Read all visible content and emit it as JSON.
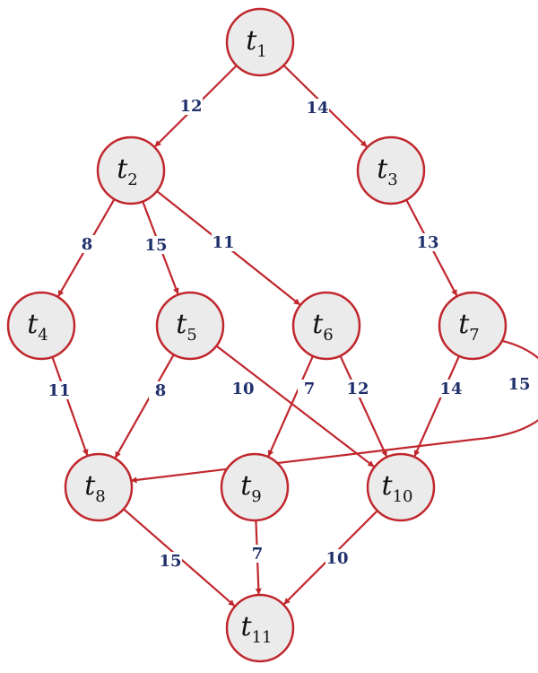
{
  "graph": {
    "nodes": [
      {
        "id": "t1",
        "base": "t",
        "sub": "1"
      },
      {
        "id": "t2",
        "base": "t",
        "sub": "2"
      },
      {
        "id": "t3",
        "base": "t",
        "sub": "3"
      },
      {
        "id": "t4",
        "base": "t",
        "sub": "4"
      },
      {
        "id": "t5",
        "base": "t",
        "sub": "5"
      },
      {
        "id": "t6",
        "base": "t",
        "sub": "6"
      },
      {
        "id": "t7",
        "base": "t",
        "sub": "7"
      },
      {
        "id": "t8",
        "base": "t",
        "sub": "8"
      },
      {
        "id": "t9",
        "base": "t",
        "sub": "9"
      },
      {
        "id": "t10",
        "base": "t",
        "sub": "10"
      },
      {
        "id": "t11",
        "base": "t",
        "sub": "11"
      }
    ],
    "edges": [
      {
        "from": "t1",
        "to": "t2",
        "weight": "12"
      },
      {
        "from": "t1",
        "to": "t3",
        "weight": "14"
      },
      {
        "from": "t2",
        "to": "t4",
        "weight": "8"
      },
      {
        "from": "t2",
        "to": "t5",
        "weight": "15"
      },
      {
        "from": "t2",
        "to": "t6",
        "weight": "11"
      },
      {
        "from": "t3",
        "to": "t7",
        "weight": "13"
      },
      {
        "from": "t4",
        "to": "t8",
        "weight": "11"
      },
      {
        "from": "t5",
        "to": "t8",
        "weight": "8"
      },
      {
        "from": "t5",
        "to": "t10",
        "weight": "10"
      },
      {
        "from": "t6",
        "to": "t9",
        "weight": "7"
      },
      {
        "from": "t6",
        "to": "t10",
        "weight": "12"
      },
      {
        "from": "t7",
        "to": "t10",
        "weight": "14"
      },
      {
        "from": "t7",
        "to": "t8",
        "weight": "15"
      },
      {
        "from": "t8",
        "to": "t11",
        "weight": "15"
      },
      {
        "from": "t9",
        "to": "t11",
        "weight": "7"
      },
      {
        "from": "t10",
        "to": "t11",
        "weight": "10"
      }
    ]
  },
  "colors": {
    "edge": "#c0272d",
    "node_fill": "#ebebeb",
    "node_stroke": "#c0272d",
    "weight_text": "#1f2f6b"
  }
}
